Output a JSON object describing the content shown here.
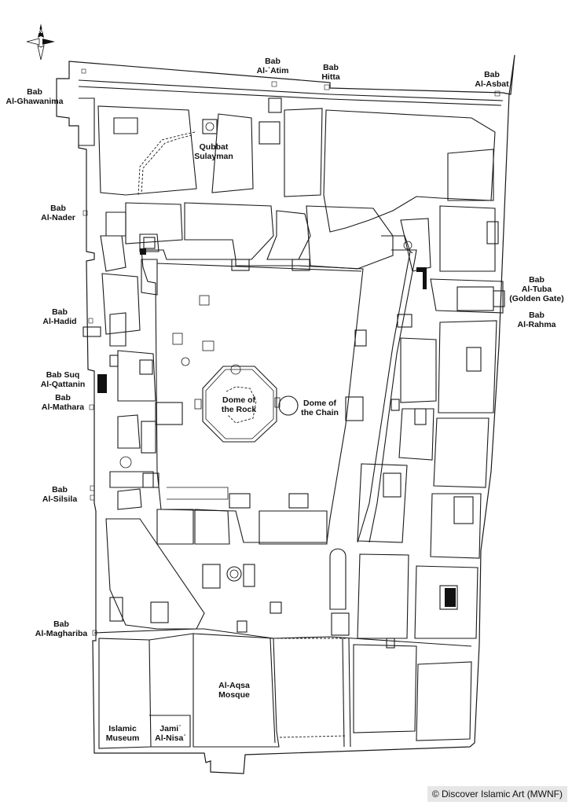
{
  "gates": {
    "ghawanima": "Bab\nAl-Ghawanima",
    "atim": "Bab\nAl-ʿAtim",
    "hitta": "Bab\nHitta",
    "asbat": "Bab\nAl-Asbat",
    "nader": "Bab\nAl-Nader",
    "hadid": "Bab\nAl-Hadid",
    "suq_qattanin": "Bab Suq\nAl-Qattanin",
    "mathara": "Bab\nAl-Mathara",
    "silsila": "Bab\nAl-Silsila",
    "magharibа": "Bab\nAl-Magharibа",
    "tuba": "Bab\nAl-Tuba\n(Golden Gate)",
    "rahma": "Bab\nAl-Rahma"
  },
  "landmarks": {
    "qubbat_sulayman": "Qubbat\nSulayman",
    "dome_rock": "Dome of\nthe Rock",
    "dome_chain": "Dome of\nthe Chain",
    "aqsa": "Al-Aqsa\nMosque",
    "islamic_museum": "Islamic\nMuseum",
    "jami_nisa": "Jamiʿ\nAl-Nisaʾ"
  },
  "credit": "© Discover Islamic Art (MWNF)",
  "north_arrow": "compass-rose-icon"
}
